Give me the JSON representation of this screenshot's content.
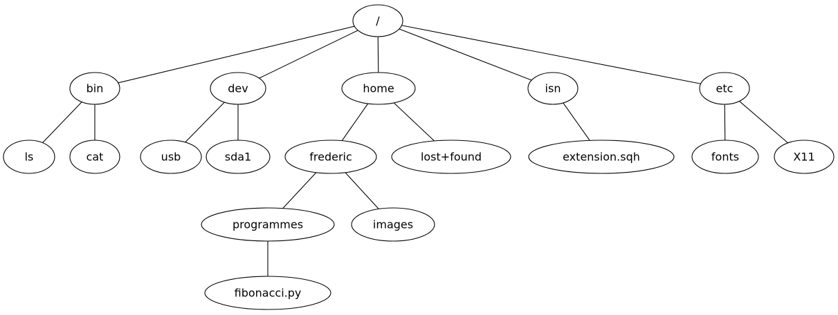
{
  "tree": {
    "nodes": [
      {
        "id": "root",
        "label": "/"
      },
      {
        "id": "bin",
        "label": "bin"
      },
      {
        "id": "dev",
        "label": "dev"
      },
      {
        "id": "home",
        "label": "home"
      },
      {
        "id": "isn",
        "label": "isn"
      },
      {
        "id": "etc",
        "label": "etc"
      },
      {
        "id": "ls",
        "label": "ls"
      },
      {
        "id": "cat",
        "label": "cat"
      },
      {
        "id": "usb",
        "label": "usb"
      },
      {
        "id": "sda1",
        "label": "sda1"
      },
      {
        "id": "frederic",
        "label": "frederic"
      },
      {
        "id": "lostfound",
        "label": "lost+found"
      },
      {
        "id": "extension",
        "label": "extension.sqh"
      },
      {
        "id": "fonts",
        "label": "fonts"
      },
      {
        "id": "x11",
        "label": "X11"
      },
      {
        "id": "programmes",
        "label": "programmes"
      },
      {
        "id": "images",
        "label": "images"
      },
      {
        "id": "fibonacci",
        "label": "fibonacci.py"
      }
    ],
    "edges": [
      [
        "root",
        "bin"
      ],
      [
        "root",
        "dev"
      ],
      [
        "root",
        "home"
      ],
      [
        "root",
        "isn"
      ],
      [
        "root",
        "etc"
      ],
      [
        "bin",
        "ls"
      ],
      [
        "bin",
        "cat"
      ],
      [
        "dev",
        "usb"
      ],
      [
        "dev",
        "sda1"
      ],
      [
        "home",
        "frederic"
      ],
      [
        "home",
        "lostfound"
      ],
      [
        "isn",
        "extension"
      ],
      [
        "etc",
        "fonts"
      ],
      [
        "etc",
        "x11"
      ],
      [
        "frederic",
        "programmes"
      ],
      [
        "frederic",
        "images"
      ],
      [
        "programmes",
        "fibonacci"
      ]
    ]
  }
}
